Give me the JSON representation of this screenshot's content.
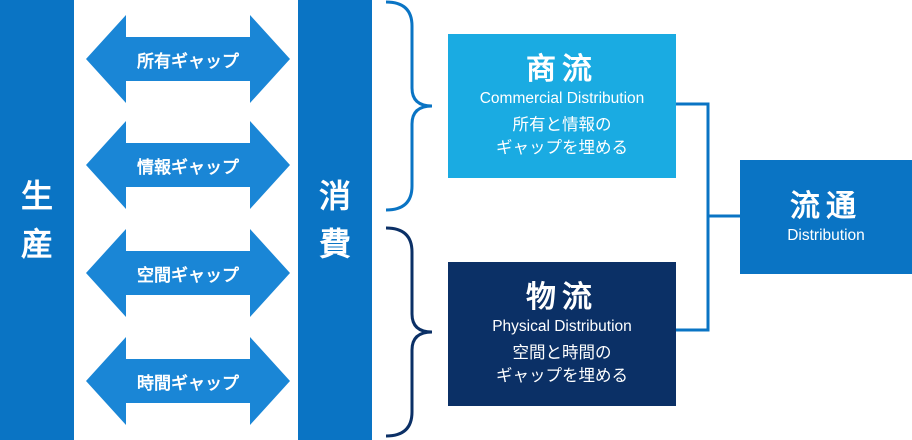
{
  "producer": {
    "chars": [
      "生",
      "産"
    ]
  },
  "consumer": {
    "chars": [
      "消",
      "費"
    ]
  },
  "gaps": [
    "所有ギャップ",
    "情報ギャップ",
    "空間ギャップ",
    "時間ギャップ"
  ],
  "commercial": {
    "title": "商流",
    "subtitle": "Commercial Distribution",
    "desc1": "所有と情報の",
    "desc2": "ギャップを埋める"
  },
  "physical": {
    "title": "物流",
    "subtitle": "Physical Distribution",
    "desc1": "空間と時間の",
    "desc2": "ギャップを埋める"
  },
  "distribution": {
    "title": "流通",
    "subtitle": "Distribution"
  },
  "colors": {
    "primary_blue": "#0a74c4",
    "light_blue": "#1aabe2",
    "navy": "#0b3066",
    "arrow_blue": "#1a86d6"
  }
}
